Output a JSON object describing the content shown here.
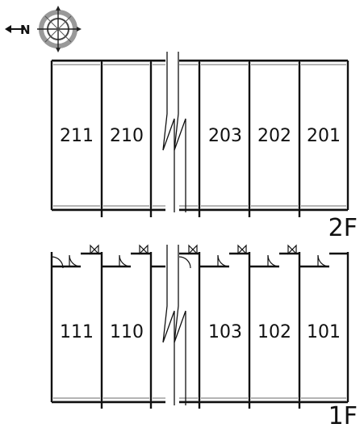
{
  "compass": {
    "north_label": "N",
    "icon": "compass-rose-icon"
  },
  "floors": [
    {
      "label": "2F",
      "rooms": [
        "211",
        "210",
        "203",
        "202",
        "201"
      ],
      "entrance_doors": false
    },
    {
      "label": "1F",
      "rooms": [
        "111",
        "110",
        "103",
        "102",
        "101"
      ],
      "entrance_doors": true
    }
  ],
  "colors": {
    "wall": "#111111",
    "background": "#ffffff",
    "window": "#888888"
  }
}
